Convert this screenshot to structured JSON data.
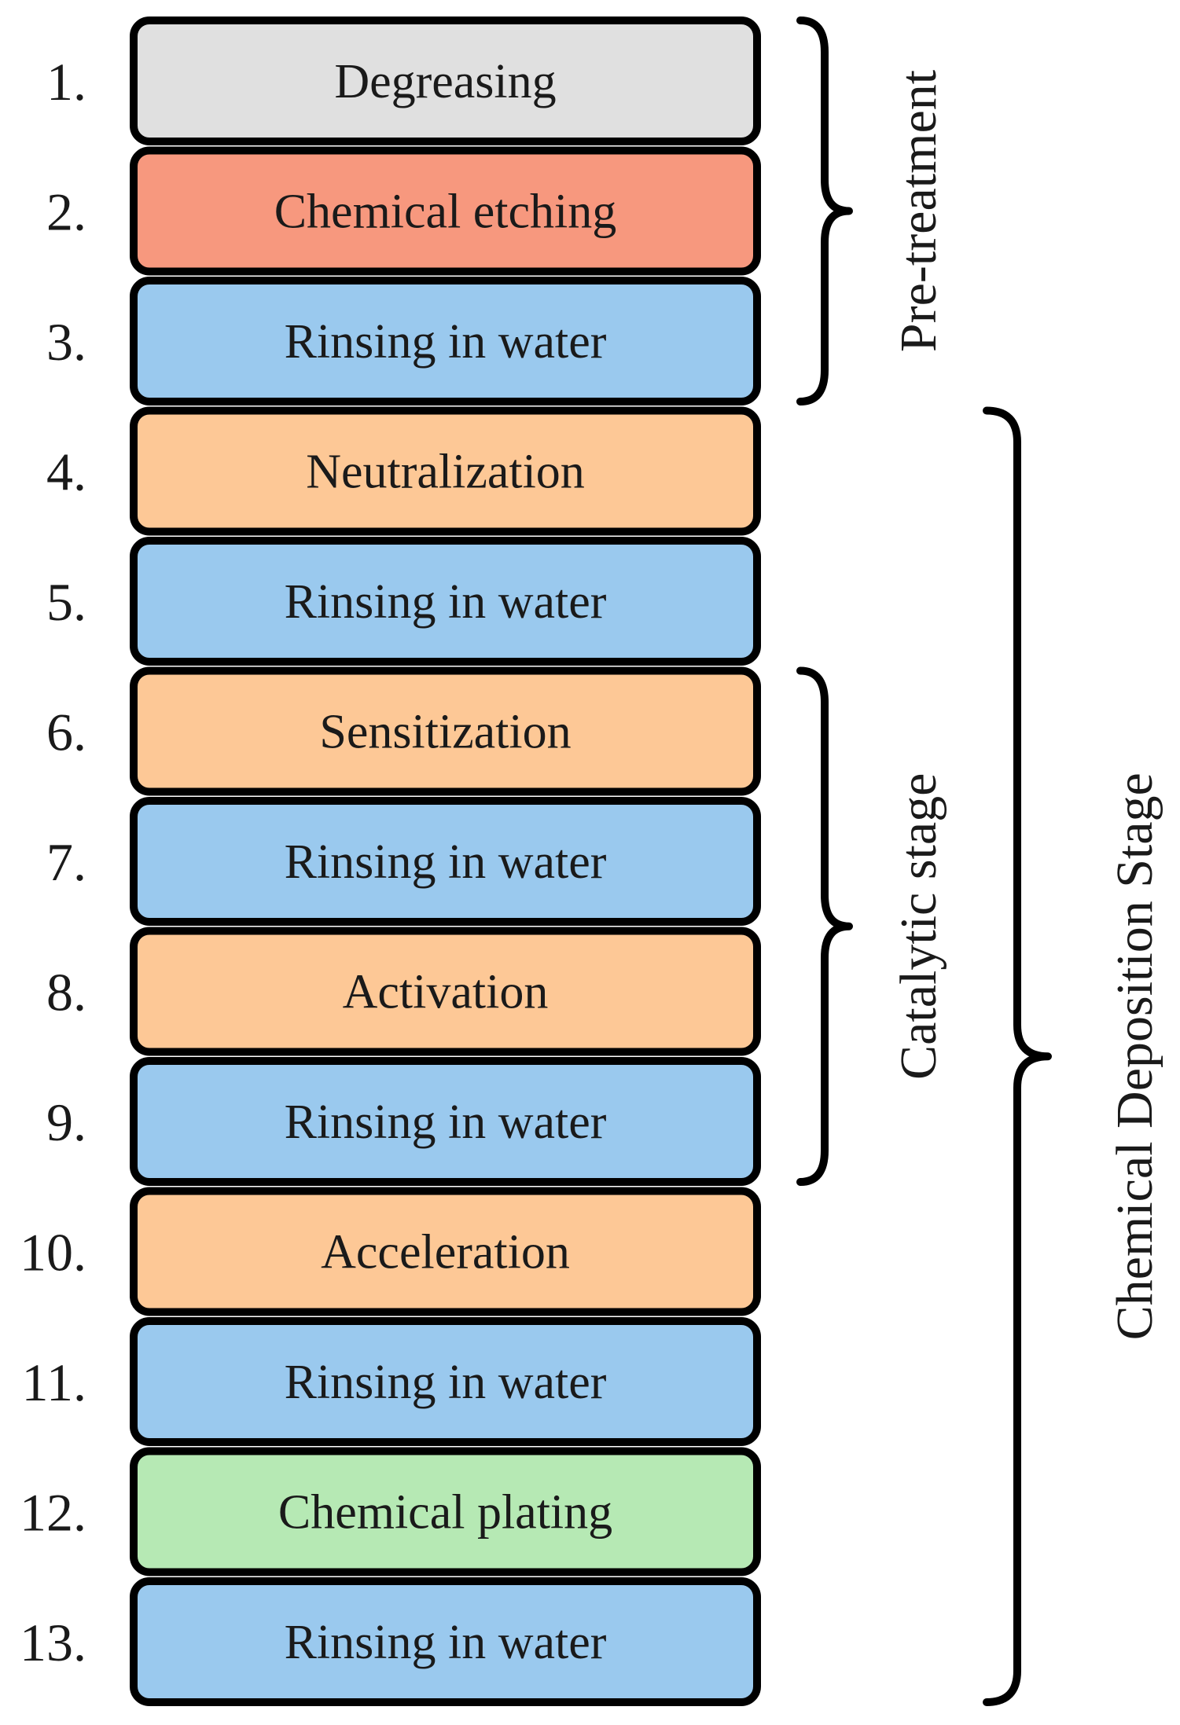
{
  "colors": {
    "degreasing": "#e0e0e0",
    "etching": "#f7987e",
    "rinse": "#9ac9ee",
    "catalytic": "#fdc896",
    "plating": "#b6e9b4"
  },
  "steps": [
    {
      "number": "1.",
      "label": "Degreasing",
      "color_key": "degreasing"
    },
    {
      "number": "2.",
      "label": "Chemical etching",
      "color_key": "etching"
    },
    {
      "number": "3.",
      "label": "Rinsing in water",
      "color_key": "rinse"
    },
    {
      "number": "4.",
      "label": "Neutralization",
      "color_key": "catalytic"
    },
    {
      "number": "5.",
      "label": "Rinsing in water",
      "color_key": "rinse"
    },
    {
      "number": "6.",
      "label": "Sensitization",
      "color_key": "catalytic"
    },
    {
      "number": "7.",
      "label": "Rinsing in water",
      "color_key": "rinse"
    },
    {
      "number": "8.",
      "label": "Activation",
      "color_key": "catalytic"
    },
    {
      "number": "9.",
      "label": "Rinsing in water",
      "color_key": "rinse"
    },
    {
      "number": "10.",
      "label": "Acceleration",
      "color_key": "catalytic"
    },
    {
      "number": "11.",
      "label": "Rinsing in water",
      "color_key": "rinse"
    },
    {
      "number": "12.",
      "label": "Chemical plating",
      "color_key": "plating"
    },
    {
      "number": "13.",
      "label": "Rinsing in water",
      "color_key": "rinse"
    }
  ],
  "groups": [
    {
      "label": "Pre-treatment",
      "first_step": 1,
      "last_step": 3
    },
    {
      "label": "Catalytic stage",
      "first_step": 6,
      "last_step": 9
    },
    {
      "label": "Chemical Deposition Stage",
      "first_step": 4,
      "last_step": 13
    }
  ]
}
